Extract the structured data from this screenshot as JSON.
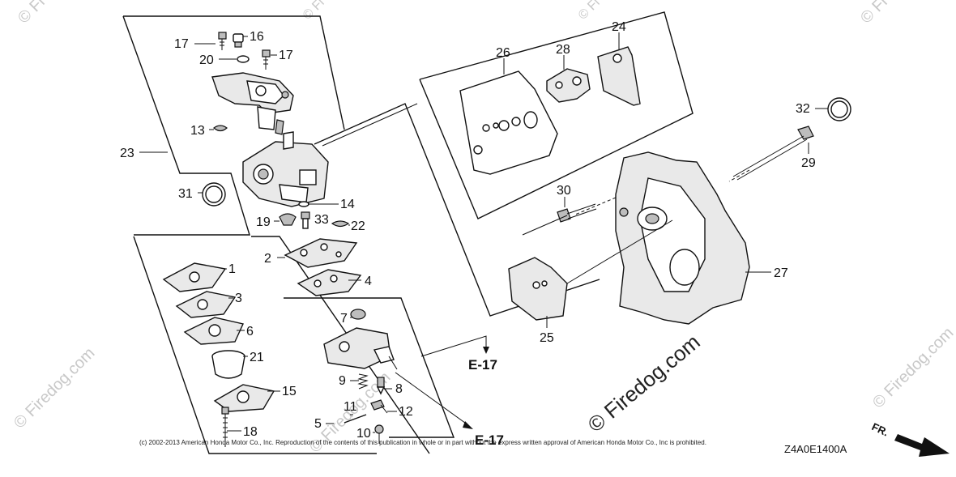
{
  "labels": {
    "p1": "1",
    "p2": "2",
    "p3": "3",
    "p4": "4",
    "p5": "5",
    "p6": "6",
    "p7": "7",
    "p8": "8",
    "p9": "9",
    "p10": "10",
    "p12": "12",
    "p13": "13",
    "p14": "14",
    "p15": "15",
    "p16": "16",
    "p17a": "17",
    "p17b": "17",
    "p18": "18",
    "p19": "19",
    "p20": "20",
    "p21": "21",
    "p22": "22",
    "p23": "23",
    "p24": "24",
    "p25": "25",
    "p26": "26",
    "p27": "27",
    "p28": "28",
    "p29": "29",
    "p30": "30",
    "p31": "31",
    "p32": "32",
    "p33": "33",
    "p11": "11"
  },
  "refs": {
    "e17_upper": "E-17",
    "e17_lower": "E-17"
  },
  "copyright": "(c) 2002-2013 American Honda Motor Co., Inc. Reproduction of the contents of this publication in whole or in part without the express written approval of American Honda Motor Co., Inc is prohibited.",
  "diagram_code": "Z4A0E1400A",
  "front_marker": "FR.",
  "watermark": {
    "main": "© Firedog.com",
    "tile": "© Firedog.com",
    "corner": "© Fi"
  }
}
